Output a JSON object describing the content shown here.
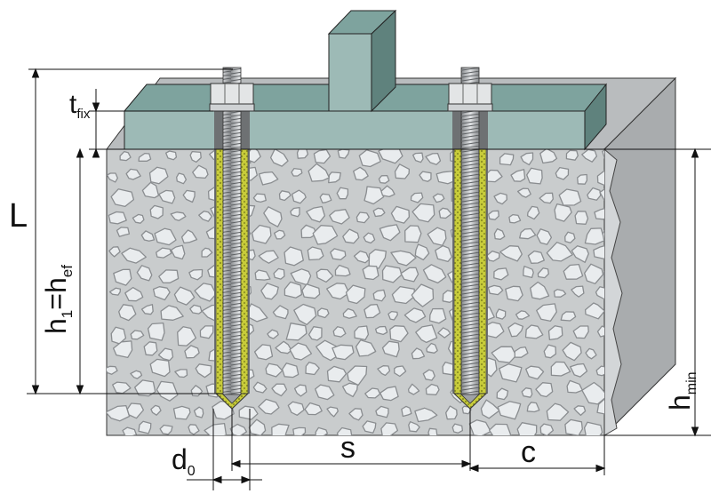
{
  "labels": {
    "L": "L",
    "t_main": "t",
    "t_sub": "fix",
    "h1_main": "h",
    "h1_sub": "1",
    "h1_eq": "=h",
    "h1_sub2": "ef",
    "d0_main": "d",
    "d0_sub": "0",
    "s": "s",
    "c": "c",
    "hmin_main": "h",
    "hmin_sub": "min"
  },
  "colors": {
    "concrete": "#c9cccd",
    "stone_fill": "#e9ecee",
    "stone_stroke": "#8a8d90",
    "plate_top": "#7ea39e",
    "plate_front": "#9dbab6",
    "plate_side": "#5f827d",
    "side_face": "#a9acae",
    "resin": "#c8cc3a",
    "rod": "#b8bbbe"
  }
}
